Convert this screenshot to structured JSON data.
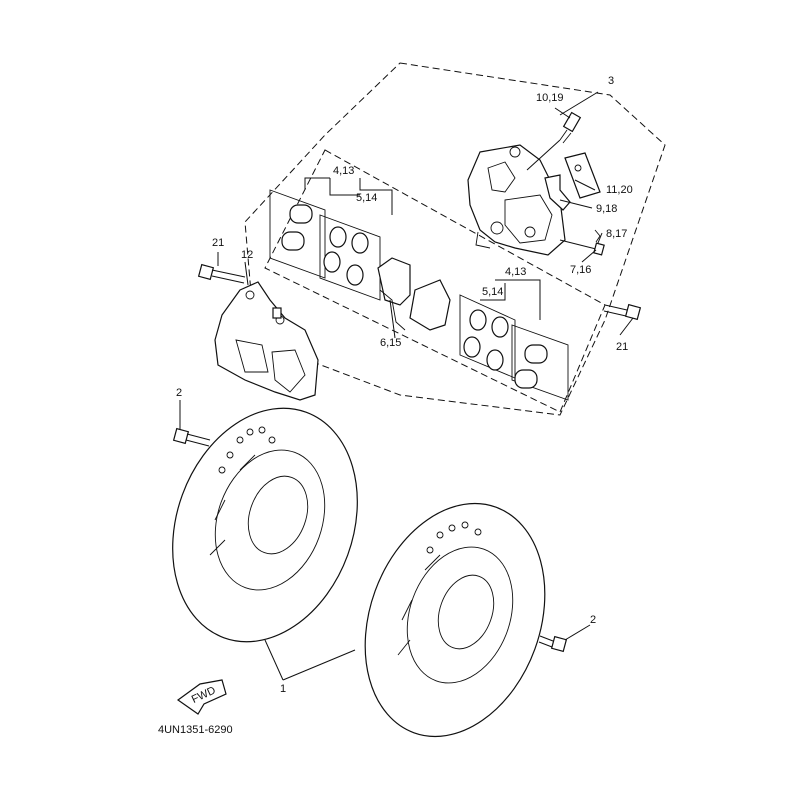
{
  "diagram": {
    "catalog_code": "4UN1351-6290",
    "fwd_arrow_text": "FWD",
    "callouts": {
      "c1": "1",
      "c2_left": "2",
      "c2_right": "2",
      "c3": "3",
      "c4_13_left": "4,13",
      "c5_14_left": "5,14",
      "c4_13_right": "4,13",
      "c5_14_right": "5,14",
      "c6_15": "6,15",
      "c7_16": "7,16",
      "c8_17": "8,17",
      "c9_18": "9,18",
      "c10_19": "10,19",
      "c11_20": "11,20",
      "c12": "12",
      "c21_left": "21",
      "c21_right": "21"
    }
  }
}
